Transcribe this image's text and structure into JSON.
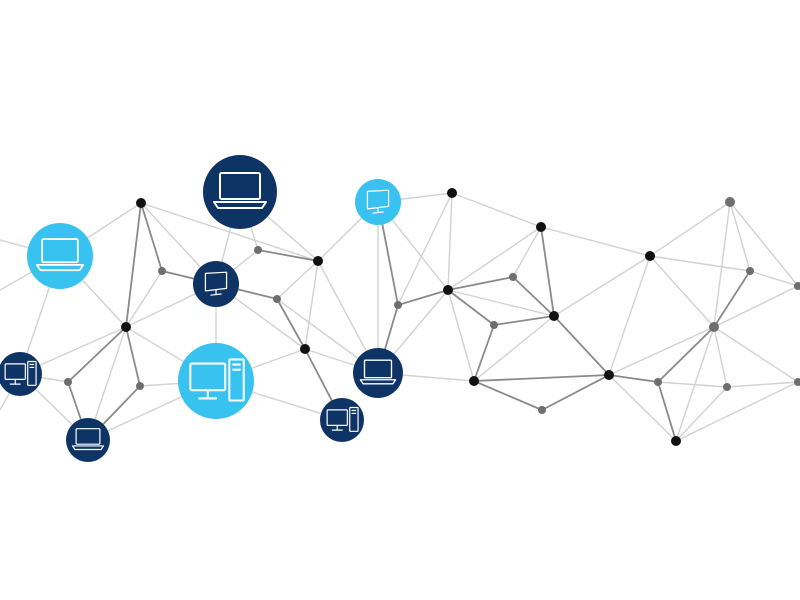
{
  "diagram": {
    "type": "network-graph",
    "colors": {
      "background": "#ffffff",
      "edge_light": "#d2d2d2",
      "edge_dark": "#8a8a8a",
      "node_black": "#111111",
      "node_gray": "#6e6e6e",
      "device_dark": "#0e3466",
      "device_light": "#38c2ef",
      "icon_stroke": "#ffffff"
    },
    "devices": [
      {
        "id": "laptop-large-dark",
        "icon": "laptop-icon",
        "style": "dark"
      },
      {
        "id": "laptop-light-left",
        "icon": "laptop-icon",
        "style": "light"
      },
      {
        "id": "monitor-dark-small",
        "icon": "monitor-icon",
        "style": "dark"
      },
      {
        "id": "monitor-light-top",
        "icon": "monitor-icon",
        "style": "light"
      },
      {
        "id": "desktop-dark-left",
        "icon": "desktop-tower-icon",
        "style": "dark"
      },
      {
        "id": "laptop-dark-bottom",
        "icon": "laptop-icon",
        "style": "dark"
      },
      {
        "id": "desktop-light-large",
        "icon": "desktop-tower-icon",
        "style": "light"
      },
      {
        "id": "desktop-dark-bottom",
        "icon": "desktop-tower-icon",
        "style": "dark"
      },
      {
        "id": "laptop-dark-mid",
        "icon": "laptop-icon",
        "style": "dark"
      }
    ]
  }
}
